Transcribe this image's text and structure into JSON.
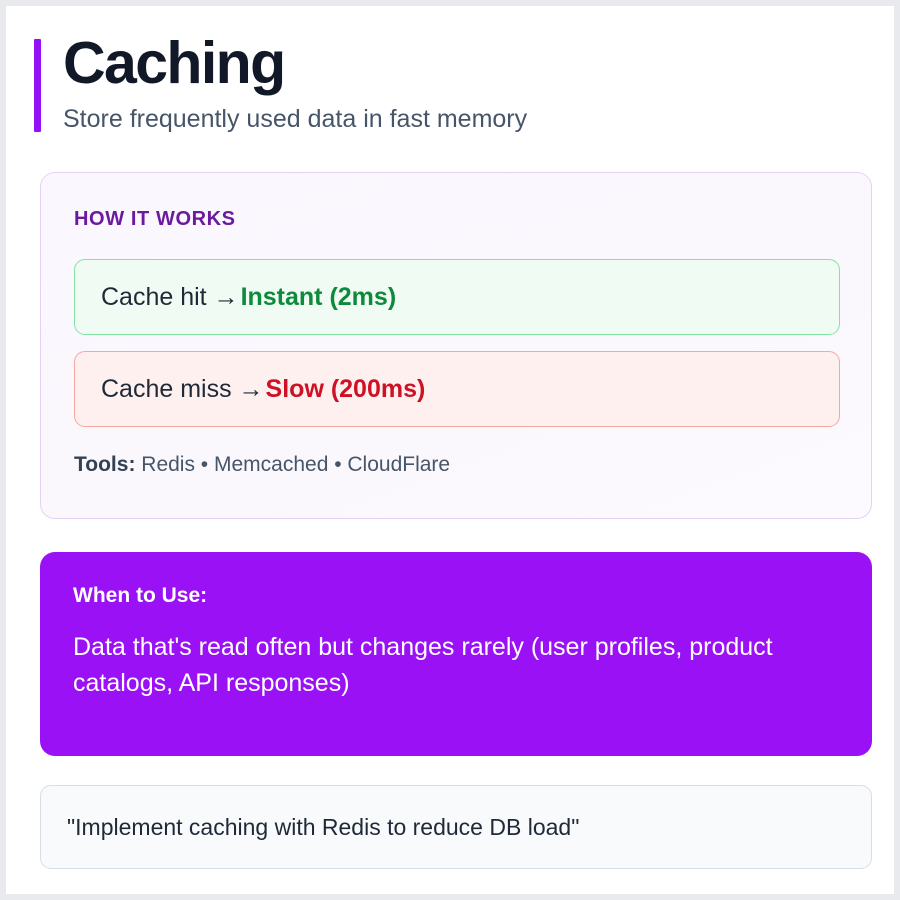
{
  "header": {
    "title": "Caching",
    "subtitle": "Store frequently used data in fast memory",
    "accent_color": "#9610F5"
  },
  "how_it_works": {
    "section_label": "HOW IT WORKS",
    "label_color": "#6B1A9E",
    "rows": [
      {
        "prefix": "Cache hit → ",
        "result": "Instant (2ms)",
        "result_color": "#0F8A3C",
        "background": "#EFFBF3",
        "border_color": "#84E2A3"
      },
      {
        "prefix": "Cache miss → ",
        "result": "Slow (200ms)",
        "result_color": "#CE1124",
        "background": "#FDF0EF",
        "border_color": "#F8A79F"
      }
    ],
    "tools_label": "Tools:",
    "tools_value": "Redis • Memcached • CloudFlare"
  },
  "when_to_use": {
    "label": "When to Use:",
    "text": "Data that's read often but changes rarely (user profiles, product catalogs, API responses)",
    "background": "#9A11F5"
  },
  "quote": {
    "text": "\"Implement caching with Redis to reduce DB load\"",
    "background": "#F8FAFC",
    "border_color": "#D9DEE6"
  }
}
